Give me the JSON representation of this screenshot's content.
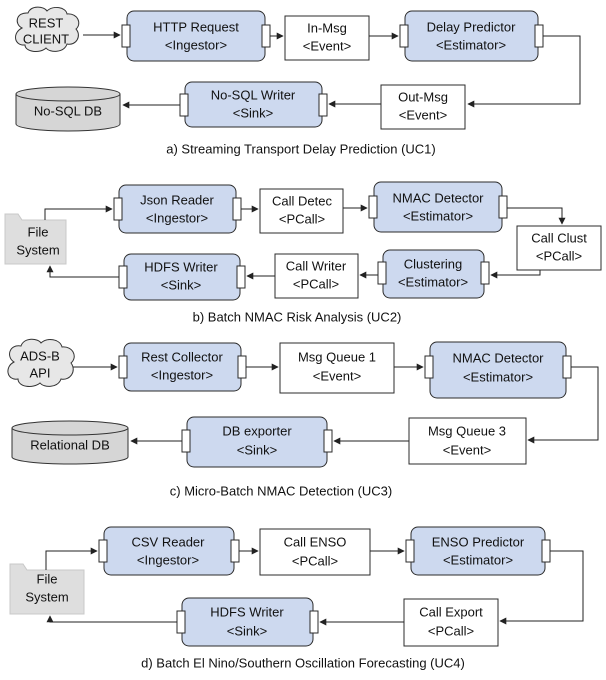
{
  "uc1": {
    "caption": "a)   Streaming Transport  Delay Prediction (UC1)",
    "source": [
      "REST",
      "CLIENT"
    ],
    "n1": [
      "HTTP Request",
      "<Ingestor>"
    ],
    "n2": [
      "In-Msg",
      "<Event>"
    ],
    "n3": [
      "Delay Predictor",
      "<Estimator>"
    ],
    "n4": [
      "Out-Msg",
      "<Event>"
    ],
    "n5": [
      "No-SQL Writer",
      "<Sink>"
    ],
    "sink": "No-SQL DB"
  },
  "uc2": {
    "caption": "b)   Batch NMAC Risk Analysis (UC2)",
    "source": [
      "File",
      "System"
    ],
    "n1": [
      "Json Reader",
      "<Ingestor>"
    ],
    "n2": [
      "Call Detec",
      "<PCall>"
    ],
    "n3": [
      "NMAC Detector",
      "<Estimator>"
    ],
    "n4": [
      "Call Clust",
      "<PCall>"
    ],
    "n5": [
      "Clustering",
      "<Estimator>"
    ],
    "n6": [
      "Call Writer",
      "<PCall>"
    ],
    "n7": [
      "HDFS Writer",
      "<Sink>"
    ]
  },
  "uc3": {
    "caption": "c)   Micro-Batch NMAC Detection (UC3)",
    "source": [
      "ADS-B",
      "API"
    ],
    "n1": [
      "Rest Collector",
      "<Ingestor>"
    ],
    "n2": [
      "Msg Queue 1",
      "<Event>"
    ],
    "n3": [
      "NMAC Detector",
      "<Estimator>"
    ],
    "n4": [
      "Msg Queue 3",
      "<Event>"
    ],
    "n5": [
      "DB exporter",
      "<Sink>"
    ],
    "sink": "Relational DB"
  },
  "uc4": {
    "caption": "d)   Batch El Nino/Southern Oscillation Forecasting (UC4)",
    "source": [
      "File",
      "System"
    ],
    "n1": [
      "CSV Reader",
      "<Ingestor>"
    ],
    "n2": [
      "Call ENSO",
      "<PCall>"
    ],
    "n3": [
      "ENSO Predictor",
      "<Estimator>"
    ],
    "n4": [
      "Call Export",
      "<PCall>"
    ],
    "n5": [
      "HDFS Writer",
      "<Sink>"
    ]
  }
}
